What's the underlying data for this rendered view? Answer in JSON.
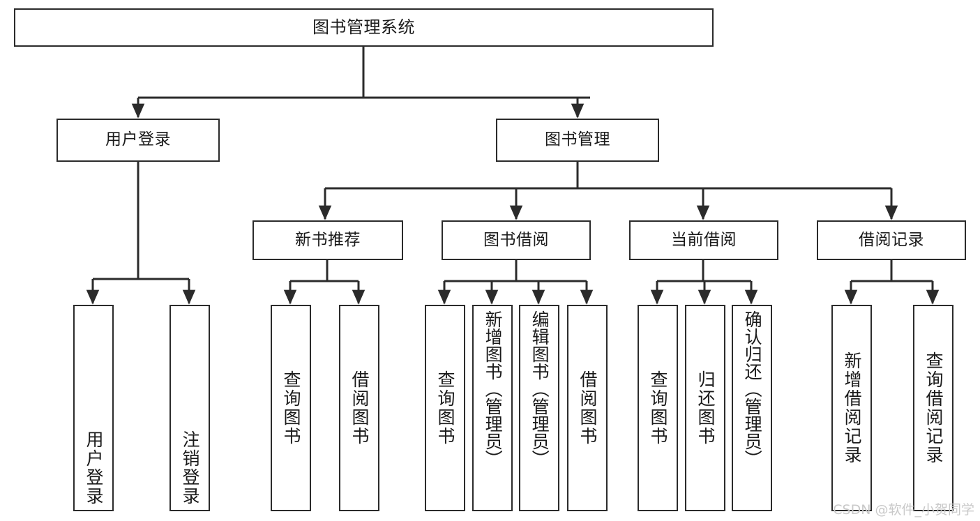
{
  "diagram": {
    "type": "tree",
    "title": "图书管理系统",
    "orientation": "top-down",
    "colors": {
      "box_border": "#2b2b2b",
      "box_fill": "#ffffff",
      "connector": "#2b2b2b",
      "text": "#1a1a1a",
      "watermark": "#c9c9c9",
      "background": "#ffffff"
    }
  },
  "watermark": "CSDN @软件_小贺同学",
  "nodes": {
    "root": {
      "label": "图书管理系统"
    },
    "level1": [
      {
        "id": "user-login",
        "label": "用户登录"
      },
      {
        "id": "book-manage",
        "label": "图书管理"
      }
    ],
    "level2": [
      {
        "id": "new-book-recommend",
        "label": "新书推荐",
        "parent": "book-manage"
      },
      {
        "id": "book-borrow",
        "label": "图书借阅",
        "parent": "book-manage"
      },
      {
        "id": "current-borrow",
        "label": "当前借阅",
        "parent": "book-manage"
      },
      {
        "id": "borrow-record",
        "label": "借阅记录",
        "parent": "book-manage"
      }
    ],
    "leaves": {
      "user-login": [
        {
          "id": "leaf-user-login",
          "label": "用户登录"
        },
        {
          "id": "leaf-user-logout",
          "label": "注销登录"
        }
      ],
      "new-book-recommend": [
        {
          "id": "leaf-query-book-1",
          "label": "查询图书"
        },
        {
          "id": "leaf-borrow-book-1",
          "label": "借阅图书"
        }
      ],
      "book-borrow": [
        {
          "id": "leaf-query-book-2",
          "label": "查询图书"
        },
        {
          "id": "leaf-add-book",
          "label": "新增图书（管理员）"
        },
        {
          "id": "leaf-edit-book",
          "label": "编辑图书（管理员）"
        },
        {
          "id": "leaf-borrow-book-2",
          "label": "借阅图书"
        }
      ],
      "current-borrow": [
        {
          "id": "leaf-query-book-3",
          "label": "查询图书"
        },
        {
          "id": "leaf-return-book",
          "label": "归还图书"
        },
        {
          "id": "leaf-confirm-return",
          "label": "确认归还（管理员）"
        }
      ],
      "borrow-record": [
        {
          "id": "leaf-add-record",
          "label": "新增借阅记录"
        },
        {
          "id": "leaf-query-record",
          "label": "查询借阅记录"
        }
      ]
    }
  }
}
